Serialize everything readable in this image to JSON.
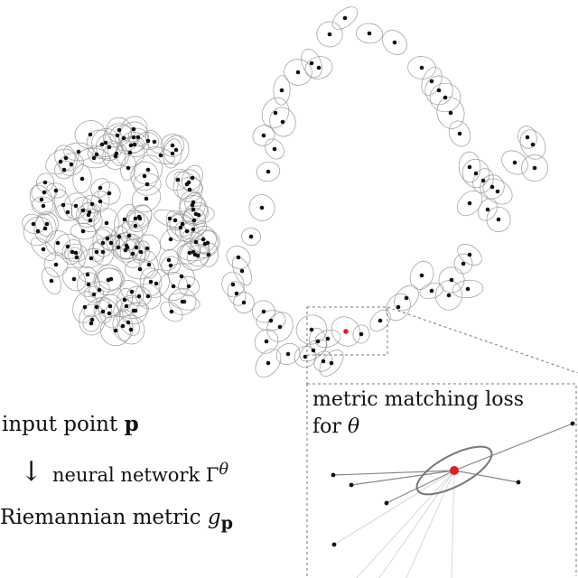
{
  "labels": {
    "input_text": "input point",
    "input_symbol": "p",
    "arrow": "↓",
    "network_text": "neural network",
    "network_symbol": "Γ",
    "network_sup": "θ",
    "metric_text": "Riemannian metric",
    "metric_symbol": "g",
    "metric_sub": "p",
    "loss_line1": "metric matching loss",
    "loss_line2_text": "for",
    "loss_line2_symbol": "θ"
  },
  "colors": {
    "point": "#111111",
    "highlight": "#d9202c",
    "ellipse": "#9a9a9a",
    "zoom_border": "#777777"
  }
}
